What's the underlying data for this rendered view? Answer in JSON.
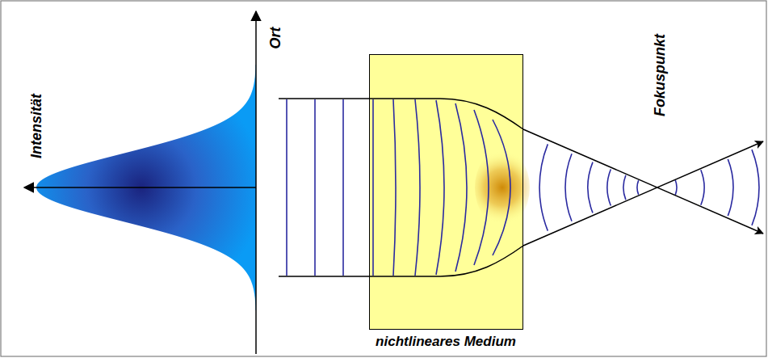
{
  "diagram": {
    "nodes": [
      {
        "text": [
          "nichtlineares Medium"
        ]
      }
    ],
    "labels": [
      "Ort",
      "Intensität",
      "Fokuspunkt"
    ]
  }
}
